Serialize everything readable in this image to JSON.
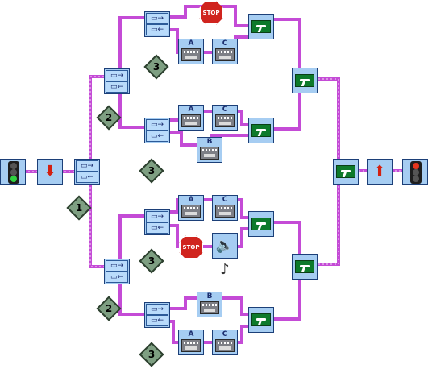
{
  "diagram": {
    "port_labels": {
      "A": "A",
      "B": "B",
      "C": "C"
    },
    "sensor_counts": [
      "1",
      "2",
      "2",
      "3",
      "3",
      "3",
      "3"
    ],
    "stop_text": "STOP",
    "sound_icon": "speaker-note-icon",
    "start_icon": "traffic-light-green-icon",
    "end_icon": "traffic-light-red-icon",
    "colors": {
      "wire": "#c44bd6",
      "block": "#a6cdf2",
      "branch_block": "#0d7a2b",
      "stop": "#d0241e",
      "arrow": "#d32011",
      "sensor": "#7e9f82"
    }
  }
}
